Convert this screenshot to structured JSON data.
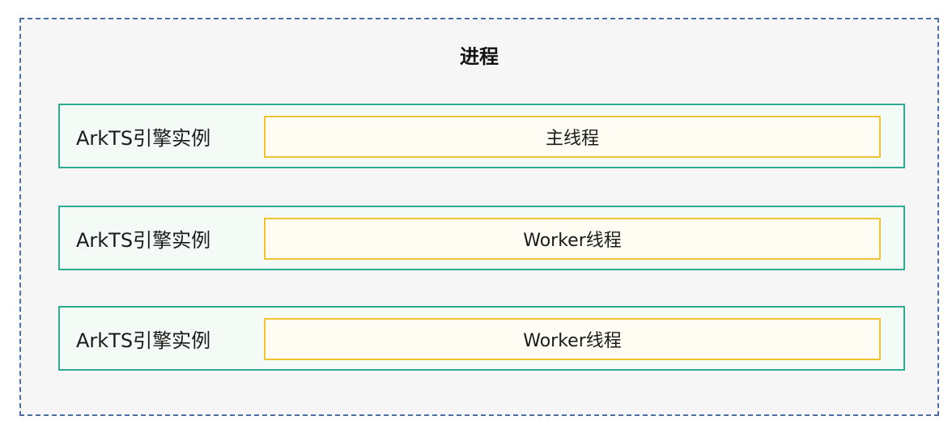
{
  "process": {
    "title": "进程"
  },
  "engines": [
    {
      "label": "ArkTS引擎实例",
      "thread": "主线程"
    },
    {
      "label": "ArkTS引擎实例",
      "thread": "Worker线程"
    },
    {
      "label": "ArkTS引擎实例",
      "thread": "Worker线程"
    }
  ],
  "colors": {
    "process_border": "#4a6fa5",
    "engine_border": "#2fab91",
    "thread_border": "#f1c232"
  }
}
